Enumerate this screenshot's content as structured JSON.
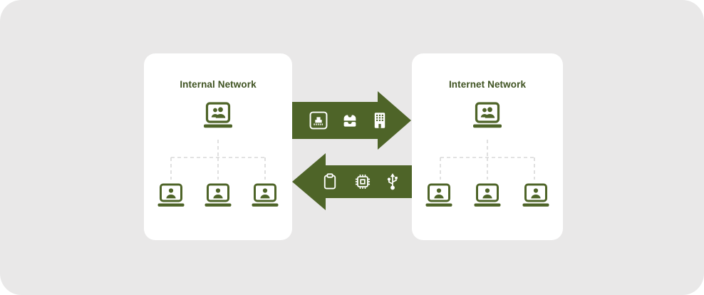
{
  "colors": {
    "page_bg": "#ffffff",
    "frame_bg": "#e9e8e8",
    "panel_bg": "#ffffff",
    "accent_green": "#4e6428",
    "title_text": "#3f5322",
    "connector_gray": "#d9d9d9",
    "icon_on_arrow": "#ffffff"
  },
  "panels": [
    {
      "title": "Internal Network",
      "hub_icon": "laptop-group-icon",
      "client_icons": [
        "laptop-user-icon",
        "laptop-user-icon",
        "laptop-user-icon"
      ]
    },
    {
      "title": "Internet Network",
      "hub_icon": "laptop-group-icon",
      "client_icons": [
        "laptop-user-icon",
        "laptop-user-icon",
        "laptop-user-icon"
      ]
    }
  ],
  "flows": [
    {
      "name": "internal-to-internet",
      "direction": "right",
      "icons": [
        "ethernet-port-icon",
        "storage-drawer-icon",
        "office-building-icon"
      ]
    },
    {
      "name": "internet-to-internal",
      "direction": "left",
      "icons": [
        "clipboard-icon",
        "cpu-chip-icon",
        "usb-icon"
      ]
    }
  ]
}
